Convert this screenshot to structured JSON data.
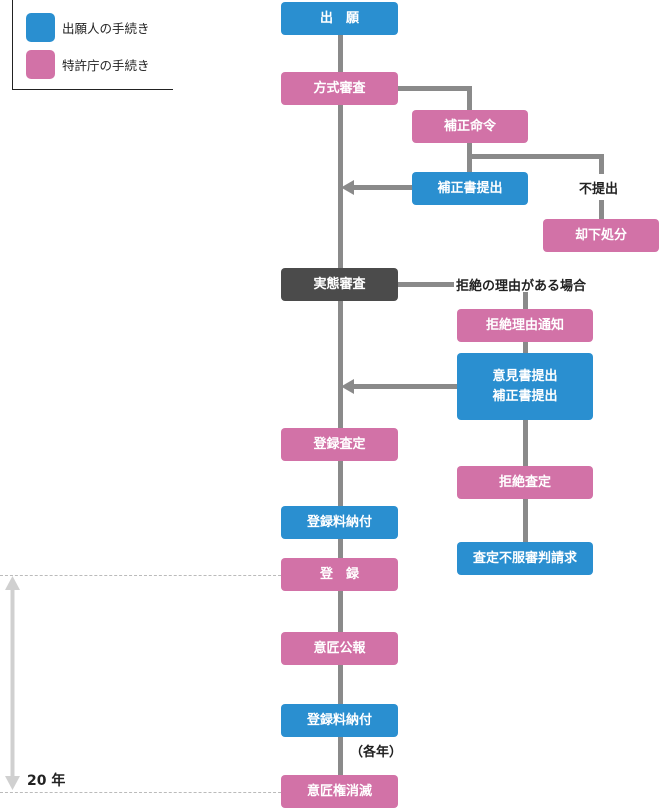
{
  "legend": {
    "applicant": {
      "label": "出願人の手続き",
      "color": "#2a8fd0"
    },
    "office": {
      "label": "特許庁の手続き",
      "color": "#d272a7"
    }
  },
  "main_flow": {
    "application": "出　願",
    "formality_exam": "方式審査",
    "substantive_exam": "実態審査",
    "registration_decision": "登録査定",
    "registration_fee_1": "登録料納付",
    "registration": "登　録",
    "design_gazette": "意匠公報",
    "registration_fee_2": "登録料納付",
    "design_right_expiry": "意匠権消滅"
  },
  "formality_branch": {
    "amendment_order": "補正命令",
    "amendment_submission": "補正書提出",
    "no_submission_label": "不提出",
    "dismissal": "却下処分"
  },
  "rejection_branch": {
    "condition_label": "拒絶の理由がある場合",
    "notice_of_reasons": "拒絶理由通知",
    "opinion_submission_line1": "意見書提出",
    "opinion_submission_line2": "補正書提出",
    "rejection_decision": "拒絶査定",
    "appeal_request": "査定不服審判請求"
  },
  "annotations": {
    "each_year": "（各年）",
    "duration": "20 年"
  },
  "colors": {
    "applicant": "#2a8fd0",
    "office": "#d272a7",
    "examination": "#4b4b4b",
    "connector": "#8a8a8a"
  }
}
